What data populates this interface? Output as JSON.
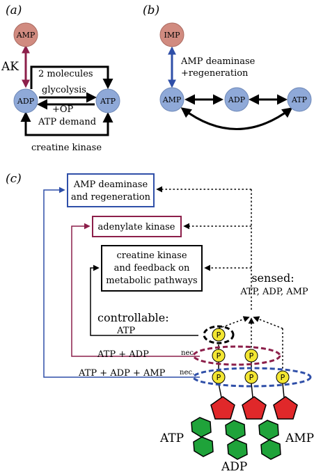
{
  "panel_a": {
    "tag": "(a)",
    "nodes": {
      "amp": "AMP",
      "adp": "ADP",
      "atp": "ATP"
    },
    "ak": "AK",
    "labels": {
      "two_molecules": "2 molecules",
      "glycolysis": "glycolysis",
      "op": "+OP",
      "atp_demand": "ATP demand",
      "creatine_kinase": "creatine kinase"
    }
  },
  "panel_b": {
    "tag": "(b)",
    "nodes": {
      "imp": "IMP",
      "amp": "AMP",
      "adp": "ADP",
      "atp": "ATP"
    },
    "labels": {
      "line1": "AMP deaminase",
      "line2": "+regeneration"
    }
  },
  "panel_c": {
    "tag": "(c)",
    "boxes": {
      "amp_deaminase": [
        "AMP deaminase",
        "and regeneration"
      ],
      "adenylate_kinase": "adenylate kinase",
      "creatine_kinase": [
        "creatine kinase",
        "and feedback on",
        "metabolic pathways"
      ]
    },
    "sensed": {
      "title": "sensed:",
      "list": "ATP, ADP, AMP"
    },
    "controllable": {
      "title": "controllable:",
      "list": "ATP"
    },
    "levels": {
      "atp_adp": "ATP + ADP",
      "atp_adp_amp": "ATP + ADP + AMP",
      "nec": "nec."
    },
    "phosphate": "P",
    "molecules": {
      "atp": "ATP",
      "adp": "ADP",
      "amp": "AMP"
    }
  },
  "colors": {
    "node_blue": "#8fa9d8",
    "node_red": "#d18b80",
    "maroon": "#8c1f4a",
    "blue": "#2f4fa8",
    "phosphate_yellow": "#f3e632",
    "pentagon_red": "#e0282a",
    "hexagon_green": "#1fa33a"
  }
}
